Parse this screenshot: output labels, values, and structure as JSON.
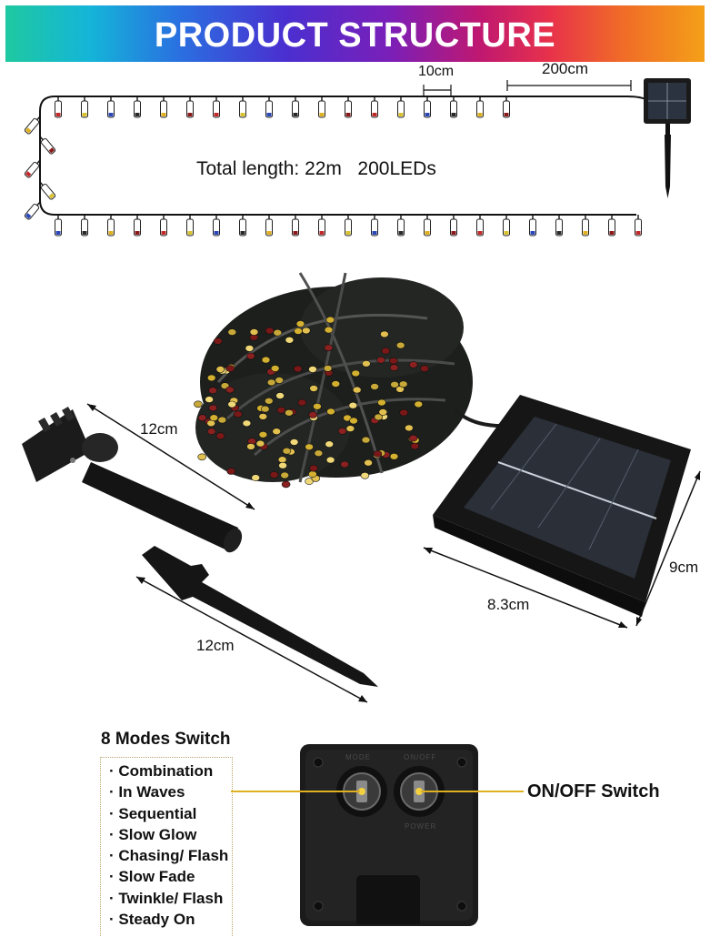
{
  "banner": {
    "title": "PRODUCT STRUCTURE"
  },
  "diagram": {
    "spacing_label": "10cm",
    "lead_label": "200cm",
    "total_label": "Total length: 22m   200LEDs"
  },
  "dimensions": {
    "stake_top": "12cm",
    "stake_bottom": "12cm",
    "panel_width": "8.3cm",
    "panel_depth": "9cm"
  },
  "modes": {
    "title": "8 Modes Switch",
    "items": [
      "Combination",
      "In Waves",
      "Sequential",
      "Slow Glow",
      "Chasing/ Flash",
      "Slow Fade",
      "Twinkle/ Flash",
      "Steady On"
    ]
  },
  "switch_box": {
    "left_button_label": "MODE",
    "right_button_label": "ON/OFF",
    "power_label": "POWER",
    "callout": "ON/OFF Switch"
  },
  "colors": {
    "led_cycle": [
      "#c22a2a",
      "#d9c230",
      "#2c48b8",
      "#2a2a2a",
      "#e0b020",
      "#8a1a1a"
    ],
    "callout_line": "#e0b020"
  }
}
